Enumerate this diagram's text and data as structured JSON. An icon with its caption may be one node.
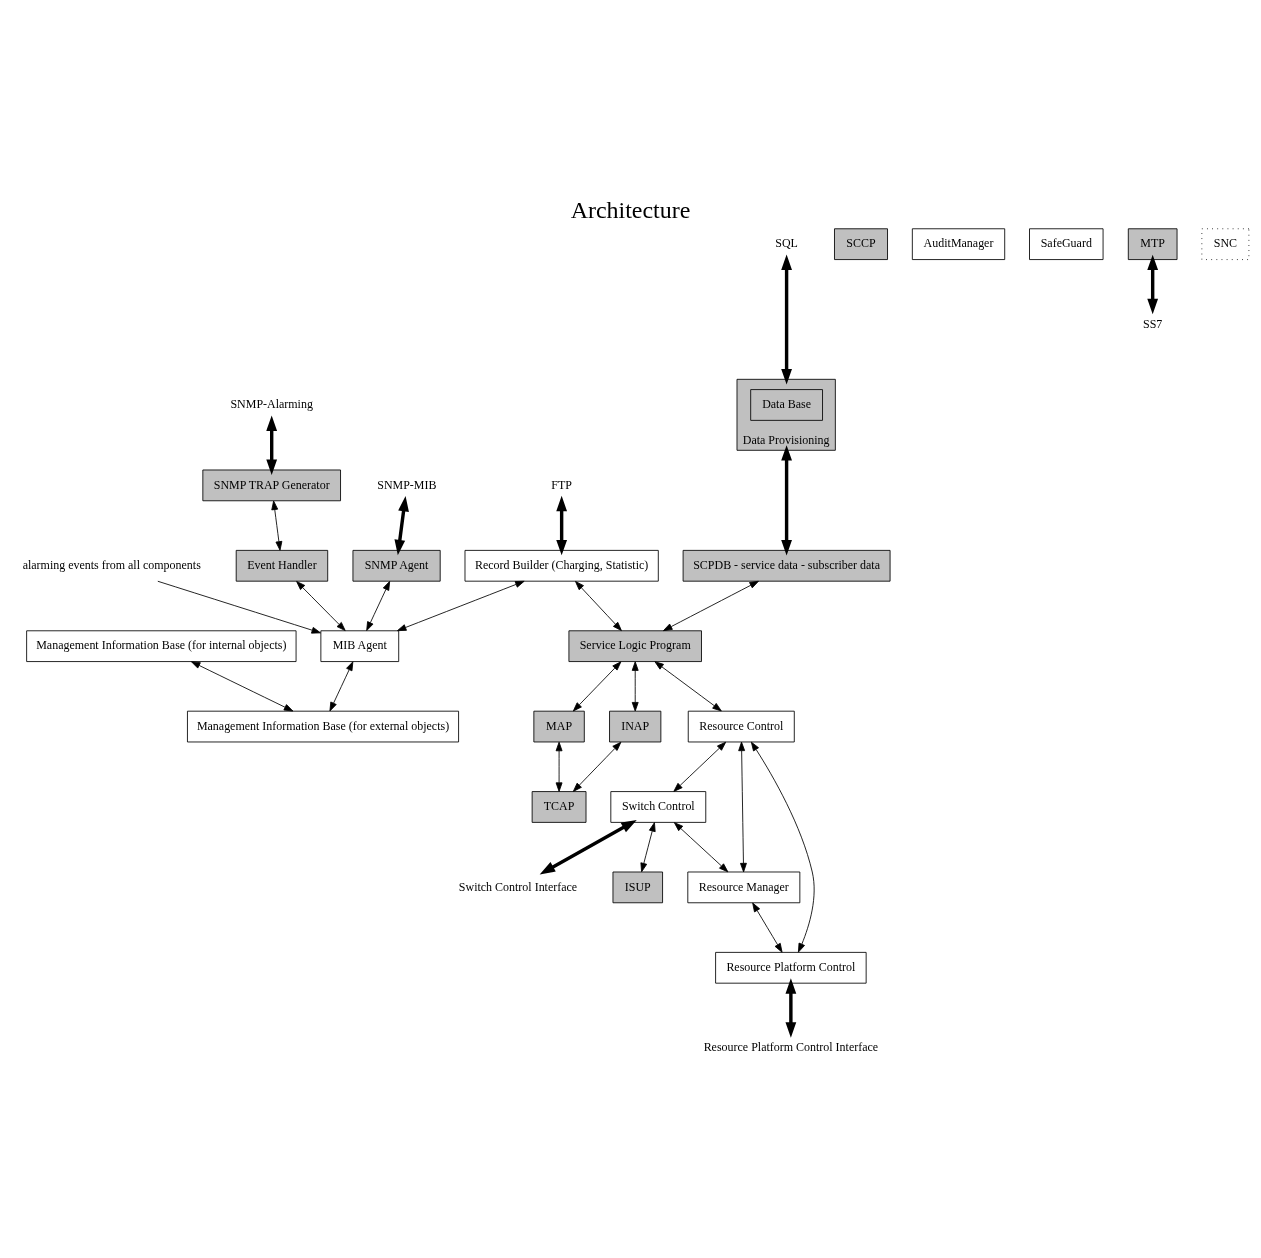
{
  "diagram": {
    "title": "Architecture",
    "nodes": [
      {
        "text": [
          "SNMP-Alarming"
        ]
      },
      {
        "text": [
          "SNMP TRAP Generator"
        ]
      },
      {
        "text": [
          "SNMP-MIB"
        ]
      },
      {
        "text": [
          "SQL"
        ]
      },
      {
        "text": [
          "FTP"
        ]
      },
      {
        "text": [
          "Event Handler"
        ]
      },
      {
        "text": [
          "SNMP Agent"
        ]
      },
      {
        "text": [
          "Data Base"
        ],
        "in": 8
      },
      {
        "text": [
          "Data Provisioning"
        ]
      },
      {
        "text": [
          "Record Builder (Charging, Statistic)"
        ]
      },
      {
        "text": [
          "MIB Agent"
        ]
      },
      {
        "text": [
          "alarming events from all components"
        ]
      },
      {
        "text": [
          "Management Information Base (for internal objects)"
        ]
      },
      {
        "text": [
          "Management Information Base (for external objects)"
        ]
      },
      {
        "text": [
          "SCPDB - service data - subscriber data"
        ]
      },
      {
        "text": [
          "Service Logic Program"
        ]
      },
      {
        "text": [
          "Resource Control"
        ]
      },
      {
        "text": [
          "MAP"
        ]
      },
      {
        "text": [
          "INAP"
        ]
      },
      {
        "text": [
          "Switch Control"
        ]
      },
      {
        "text": [
          "Resource Manager"
        ]
      },
      {
        "text": [
          "Resource Platform Control"
        ]
      },
      {
        "text": [
          "TCAP"
        ]
      },
      {
        "text": [
          "ISUP"
        ]
      },
      {
        "text": [
          "SCCP"
        ]
      },
      {
        "text": [
          "AuditManager"
        ]
      },
      {
        "text": [
          "SafeGuard"
        ]
      },
      {
        "text": [
          "MTP"
        ]
      },
      {
        "text": [
          "SNC"
        ]
      },
      {
        "text": [
          "SS7"
        ]
      },
      {
        "text": [
          "Switch Control Interface"
        ]
      },
      {
        "text": [
          "Resource Platform Control Interface"
        ]
      }
    ],
    "edges": [
      {
        "from": 0,
        "to": 1,
        "arrow": "both",
        "style": "thick"
      },
      {
        "from": 2,
        "to": 6,
        "arrow": "both",
        "style": "thick"
      },
      {
        "from": 3,
        "to": 8,
        "arrow": "both",
        "style": "thick"
      },
      {
        "from": 4,
        "to": 9,
        "arrow": "both",
        "style": "thick"
      },
      {
        "from": 1,
        "to": 5,
        "arrow": "both"
      },
      {
        "from": 5,
        "to": 10,
        "arrow": "both"
      },
      {
        "from": 6,
        "to": 10,
        "arrow": "both"
      },
      {
        "from": 9,
        "to": 10,
        "arrow": "both"
      },
      {
        "from": 11,
        "to": 10,
        "arrow": "to"
      },
      {
        "from": 10,
        "to": 13,
        "arrow": "both"
      },
      {
        "from": 12,
        "to": 13,
        "arrow": "both"
      },
      {
        "from": 8,
        "to": 14,
        "arrow": "both",
        "style": "thick"
      },
      {
        "from": 14,
        "to": 15,
        "arrow": "both"
      },
      {
        "from": 9,
        "to": 15,
        "arrow": "both"
      },
      {
        "from": 15,
        "to": 17,
        "arrow": "both"
      },
      {
        "from": 15,
        "to": 18,
        "arrow": "both"
      },
      {
        "from": 15,
        "to": 16,
        "arrow": "both"
      },
      {
        "from": 16,
        "to": 19,
        "arrow": "both"
      },
      {
        "from": 16,
        "to": 20,
        "arrow": "both"
      },
      {
        "from": 16,
        "to": 21,
        "arrow": "both"
      },
      {
        "from": 19,
        "to": 20,
        "arrow": "both"
      },
      {
        "from": 20,
        "to": 21,
        "arrow": "both"
      },
      {
        "from": 17,
        "to": 22,
        "arrow": "both"
      },
      {
        "from": 18,
        "to": 22,
        "arrow": "both"
      },
      {
        "from": 19,
        "to": 23,
        "arrow": "both"
      },
      {
        "from": 27,
        "to": 29,
        "arrow": "both",
        "style": "thick"
      },
      {
        "from": 19,
        "to": 30,
        "arrow": "both",
        "style": "thick"
      },
      {
        "from": 21,
        "to": 31,
        "arrow": "both",
        "style": "thick"
      }
    ]
  }
}
